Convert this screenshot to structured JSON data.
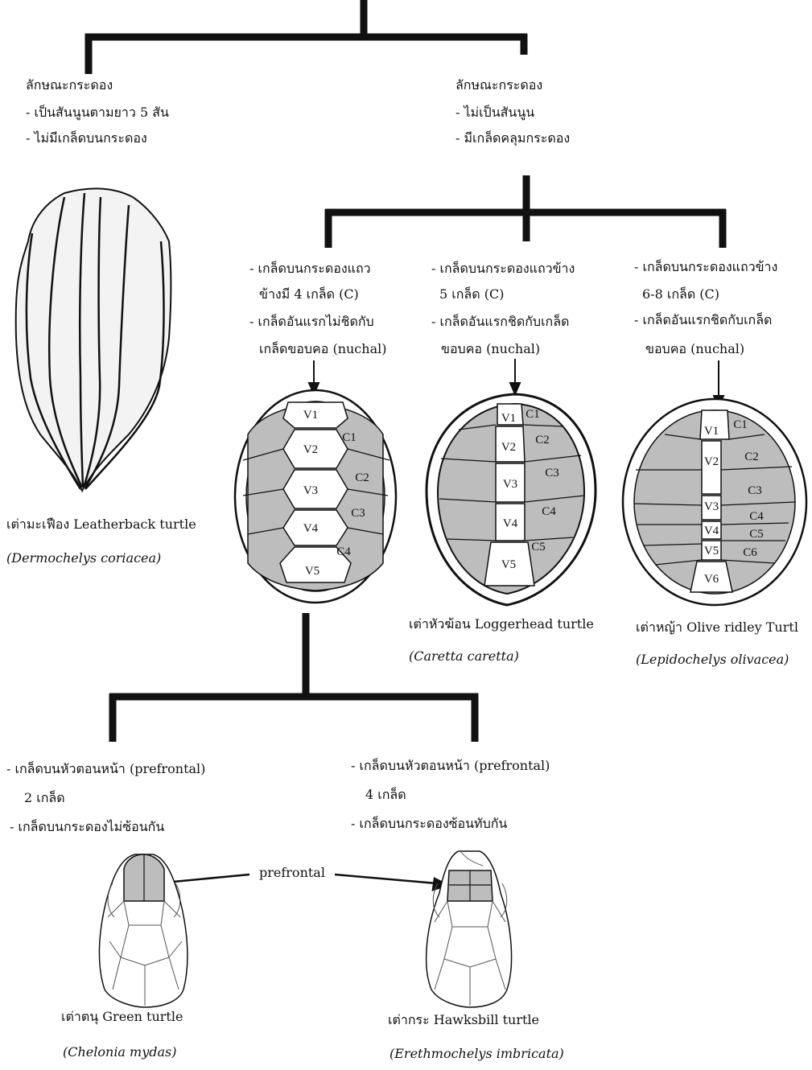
{
  "left_branch": {
    "heading": "ลักษณะกระดอง",
    "items": [
      "-       เป็นสันนูนตามยาว 5 สัน",
      "-       ไม่มีเกล็ดบนกระดอง"
    ],
    "name": "เต่ามะเฟือง Leatherback turtle",
    "scientific": "(Dermochelys coriacea)"
  },
  "right_branch": {
    "heading": "ลักษณะกระดอง",
    "items": [
      "-       ไม่เป็นสันนูน",
      "-       มีเกล็ดคลุมกระดอง"
    ]
  },
  "species": [
    {
      "desc": [
        "- เกล็ดบนกระดองแถว",
        "ข้างมี 4 เกล็ด (C)",
        "- เกล็ดอันแรกไม่ชิดกับ",
        "เกล็ดขอบคอ (nuchal)"
      ],
      "vertebral": [
        "V1",
        "V2",
        "V3",
        "V4",
        "V5"
      ],
      "costal": [
        "C1",
        "C2",
        "C3",
        "C4"
      ]
    },
    {
      "desc": [
        "- เกล็ดบนกระดองแถวข้าง",
        "5 เกล็ด (C)",
        "- เกล็ดอันแรกชิดกับเกล็ด",
        "ขอบคอ (nuchal)"
      ],
      "vertebral": [
        "V1",
        "V2",
        "V3",
        "V4",
        "V5"
      ],
      "costal": [
        "C1",
        "C2",
        "C3",
        "C4",
        "C5"
      ],
      "name": "เต่าหัวฆ้อน Loggerhead turtle",
      "scientific": "(Caretta caretta)"
    },
    {
      "desc": [
        "- เกล็ดบนกระดองแถวข้าง",
        "6-8 เกล็ด (C)",
        "- เกล็ดอันแรกชิดกับเกล็ด",
        "ขอบคอ (nuchal)"
      ],
      "vertebral": [
        "V1",
        "V2",
        "V3",
        "V4",
        "V5",
        "V6"
      ],
      "costal": [
        "C1",
        "C2",
        "C3",
        "C4",
        "C5",
        "C6"
      ],
      "name": "เต่าหญ้า Olive ridley Turtl",
      "scientific": "(Lepidochelys olivacea)"
    }
  ],
  "bottom": [
    {
      "desc": [
        "- เกล็ดบนหัวตอนหน้า (prefrontal)",
        "2 เกล็ด",
        "- เกล็ดบนกระดองไม่ซ้อนกัน"
      ],
      "name": "เต่าตนุ Green turtle",
      "scientific": "(Chelonia mydas)"
    },
    {
      "desc": [
        "- เกล็ดบนหัวตอนหน้า (prefrontal)",
        "4 เกล็ด",
        "- เกล็ดบนกระดองซ้อนทับกัน"
      ],
      "name": "เต่ากระ Hawksbill turtle",
      "scientific": "(Erethmochelys imbricata)"
    }
  ],
  "prefrontal_label": "prefrontal",
  "colors": {
    "scute_fill": "#bdbdbd",
    "line": "#111111",
    "shell_fill": "#f3f3f3"
  }
}
